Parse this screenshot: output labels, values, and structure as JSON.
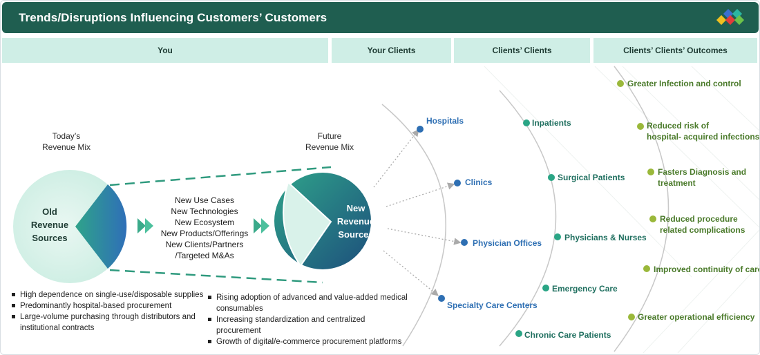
{
  "title": "Trends/Disruptions Influencing Customers’ Customers",
  "columns": [
    "You",
    "Your Clients",
    "Clients’ Clients",
    "Clients’ Clients’ Outcomes"
  ],
  "today": {
    "heading_l1": "Today’s",
    "heading_l2": "Revenue Mix",
    "old_l1": "Old",
    "old_l2": "Revenue",
    "old_l3": "Sources"
  },
  "future": {
    "heading_l1": "Future",
    "heading_l2": "Revenue Mix",
    "new_l1": "New",
    "new_l2": "Revenue",
    "new_l3": "Sources"
  },
  "drivers": [
    "New Use Cases",
    "New Technologies",
    "New Ecosystem",
    "New Products/Offerings",
    "New Clients/Partners",
    "/Targeted M&As"
  ],
  "today_bullets": [
    "High dependence on single-use/disposable supplies",
    "Predominantly hospital-based procurement",
    "Large-volume purchasing through distributors and",
    "institutional contracts"
  ],
  "future_bullets": [
    "Rising adoption of advanced and value-added medical",
    "consumables",
    "Increasing standardization and centralized procurement",
    "Growth of digital/e-commerce procurement platforms"
  ],
  "clients": [
    "Hospitals",
    "Clinics",
    "Physician Offices",
    "Specialty Care Centers"
  ],
  "clients_clients": [
    "Inpatients",
    "Surgical Patients",
    "Physicians & Nurses",
    "Emergency Care",
    "Chronic Care Patients"
  ],
  "outcomes": [
    "Greater Infection and control",
    "Reduced risk of",
    "hospital- acquired infections",
    "Fasters Diagnosis and",
    "treatment",
    "Reduced procedure",
    "related complications",
    "Improved continuity of care",
    "Greater operational efficiency"
  ],
  "colors": {
    "title_bg": "#1f5e50",
    "header_bg": "#cfeee6",
    "blue_dot": "#2e6fb3",
    "teal_dot": "#2aa585",
    "olive_dot": "#9ab83a"
  },
  "logo": [
    "blue-diamond",
    "red-diamond",
    "teal-diamond",
    "yellow-diamond",
    "green-diamond"
  ]
}
